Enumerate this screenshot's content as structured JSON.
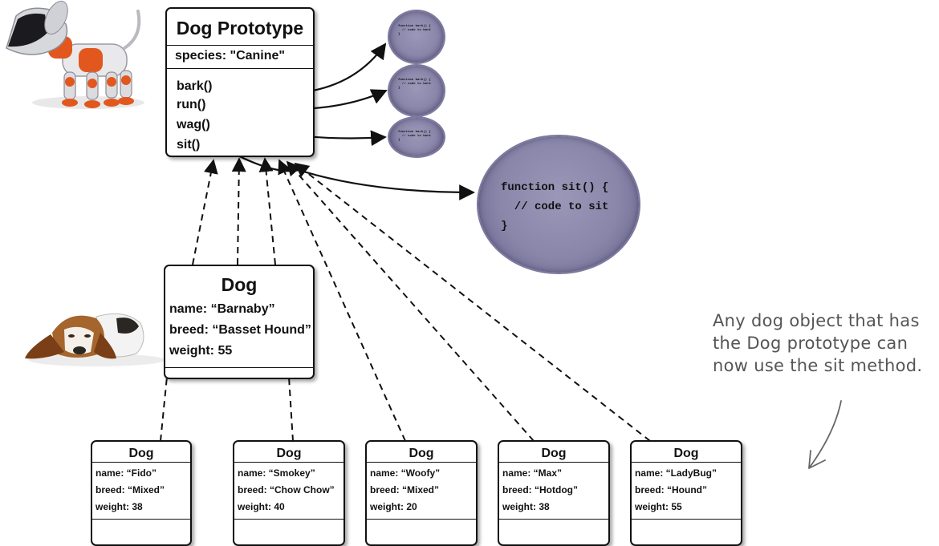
{
  "prototype": {
    "title": "Dog Prototype",
    "species": "species: \"Canine\"",
    "methods": [
      "bark()",
      "run()",
      "wag()",
      "sit()"
    ]
  },
  "method_bubbles": {
    "small_code": "function bark() {\n  // code to bark\n}",
    "sit_code": "function sit() {\n  // code to sit\n}"
  },
  "barnaby": {
    "title": "Dog",
    "name": "name: “Barnaby”",
    "breed": "breed: “Basset Hound”",
    "weight": "weight: 55"
  },
  "dogs": [
    {
      "title": "Dog",
      "name": "name: “Fido”",
      "breed": "breed: “Mixed”",
      "weight": "weight: 38"
    },
    {
      "title": "Dog",
      "name": "name: “Smokey”",
      "breed": "breed: “Chow Chow”",
      "weight": "weight: 40"
    },
    {
      "title": "Dog",
      "name": "name: “Woofy”",
      "breed": "breed: “Mixed”",
      "weight": "weight: 20"
    },
    {
      "title": "Dog",
      "name": "name: “Max”",
      "breed": "breed: “Hotdog”",
      "weight": "weight: 38"
    },
    {
      "title": "Dog",
      "name": "name: “LadyBug”",
      "breed": "breed: “Hound”",
      "weight": "weight: 55"
    }
  ],
  "annotation": {
    "lines": [
      "Any dog object that has",
      "the Dog prototype can",
      "now use the sit method."
    ]
  },
  "colors": {
    "bubble": "#8a86aa",
    "line": "#111111"
  }
}
